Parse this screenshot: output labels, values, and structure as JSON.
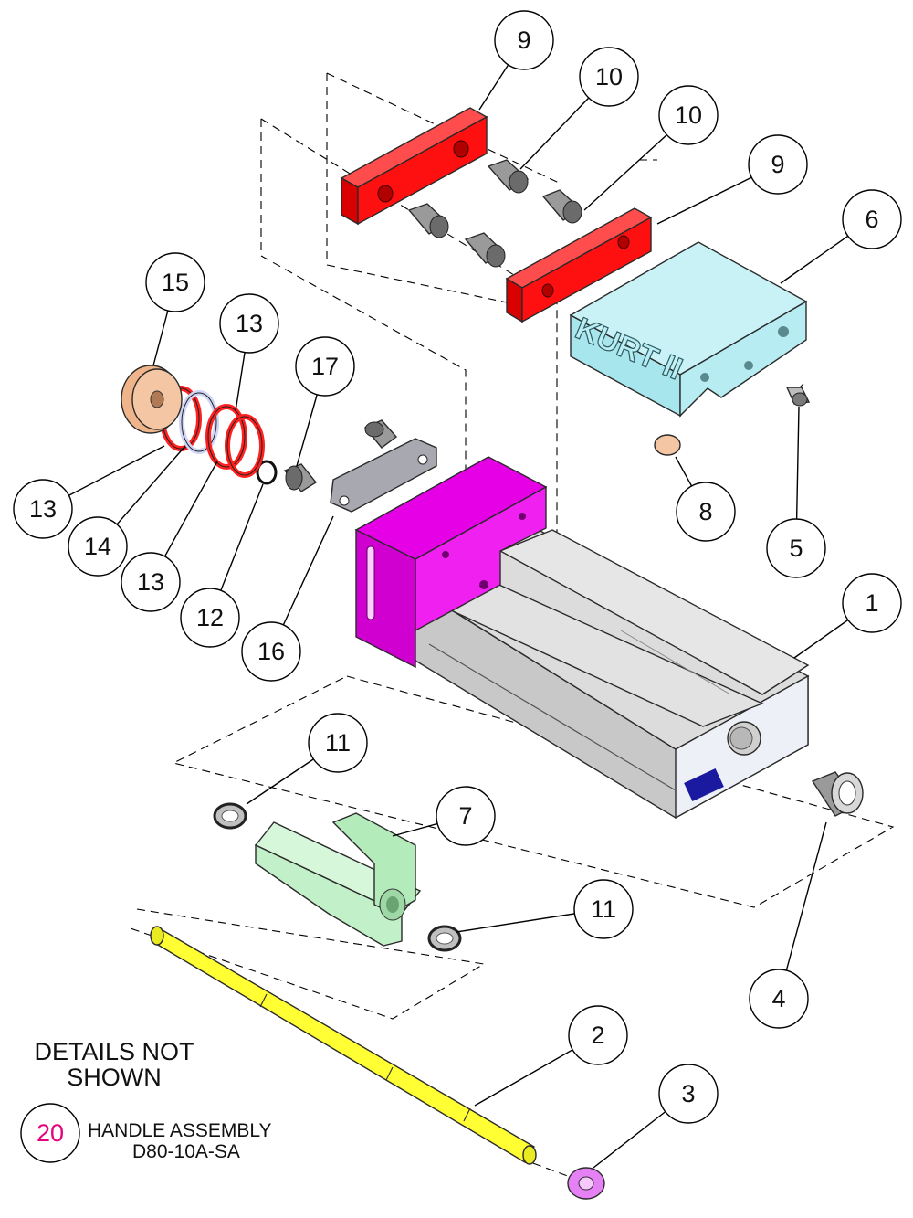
{
  "callouts": {
    "c1": "1",
    "c2": "2",
    "c3": "3",
    "c4": "4",
    "c5": "5",
    "c6": "6",
    "c7": "7",
    "c8": "8",
    "c9a": "9",
    "c9b": "9",
    "c10a": "10",
    "c10b": "10",
    "c11a": "11",
    "c11b": "11",
    "c12": "12",
    "c13a": "13",
    "c13b": "13",
    "c13c": "13",
    "c14": "14",
    "c15": "15",
    "c16": "16",
    "c17": "17"
  },
  "jaw_engraving": "KURT II",
  "note": {
    "title_line1": "DETAILS NOT",
    "title_line2": "SHOWN",
    "item_number": "20",
    "item_line1": "HANDLE ASSEMBLY",
    "item_line2": "D80-10A-SA"
  },
  "colors": {
    "jaw_plate": "#ff1010",
    "movable_jaw": "#a8e6ee",
    "body_pink": "#e600e6",
    "body_gray": "#d9d9d9",
    "nut_green": "#c2f0c8",
    "screw_yellow": "#ffff33",
    "collar_purple": "#e680f5",
    "ring_red": "#ff2020",
    "ring_lavender": "#d0d4f5",
    "cap_peach": "#f5c6a3",
    "note_number": "#e6007e"
  }
}
